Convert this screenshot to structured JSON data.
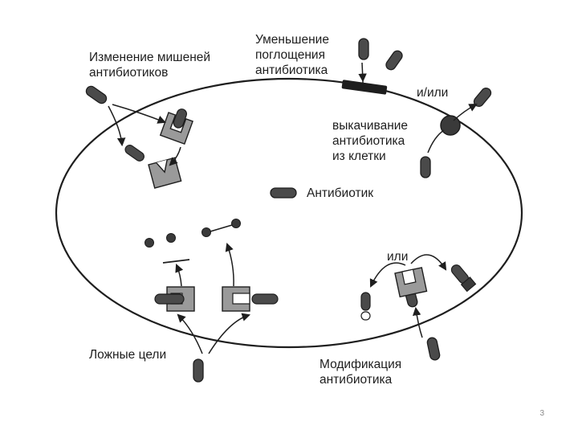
{
  "labels": {
    "target_change": "Изменение мишеней\nантибиотиков",
    "reduced_uptake": "Уменьшение\nпоглощения\nантибиотика",
    "and_or": "и/или",
    "efflux": "выкачивание\nантибиотика\nиз клетки",
    "antibiotic_legend": "Антибиотик",
    "or": "или",
    "decoys": "Ложные цели",
    "modification": "Модификация\nантибиотика"
  },
  "page_number": "3",
  "colors": {
    "antibiotic": "#4a4a4a",
    "target": "#9a9a9a",
    "stroke": "#1e1e1e",
    "background": "#ffffff"
  },
  "icons": [
    "antibiotic-capsule-icon",
    "target-receptor-icon",
    "efflux-pump-icon",
    "membrane-barrier-icon",
    "arrow-icon"
  ]
}
